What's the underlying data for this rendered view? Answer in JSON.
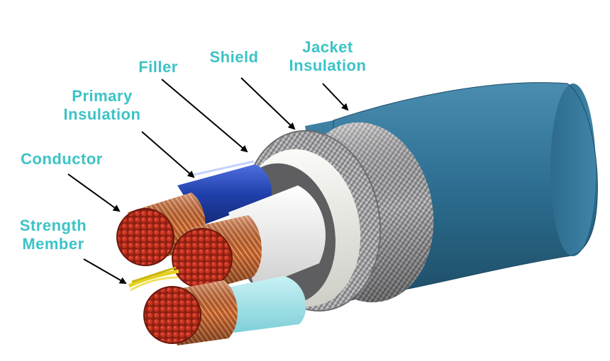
{
  "labels": {
    "jacket_line1": "Jacket",
    "jacket_line2": "Insulation",
    "shield": "Shield",
    "filler": "Filler",
    "primary_line1": "Primary",
    "primary_line2": "Insulation",
    "conductor": "Conductor",
    "strength_line1": "Strength",
    "strength_line2": "Member"
  },
  "colors": {
    "label_text": "#3cc3c6",
    "jacket": "#2e6f92",
    "shield_braid": "#a8a8aa",
    "filler": "#eeeeea",
    "primary_blue": "#1f3faa",
    "primary_white": "#f2f2f2",
    "primary_cyan": "#a6e6ee",
    "copper": "#b8552a",
    "strength_yellow": "#e6d21e"
  },
  "icons": [
    "arrow-icon"
  ]
}
